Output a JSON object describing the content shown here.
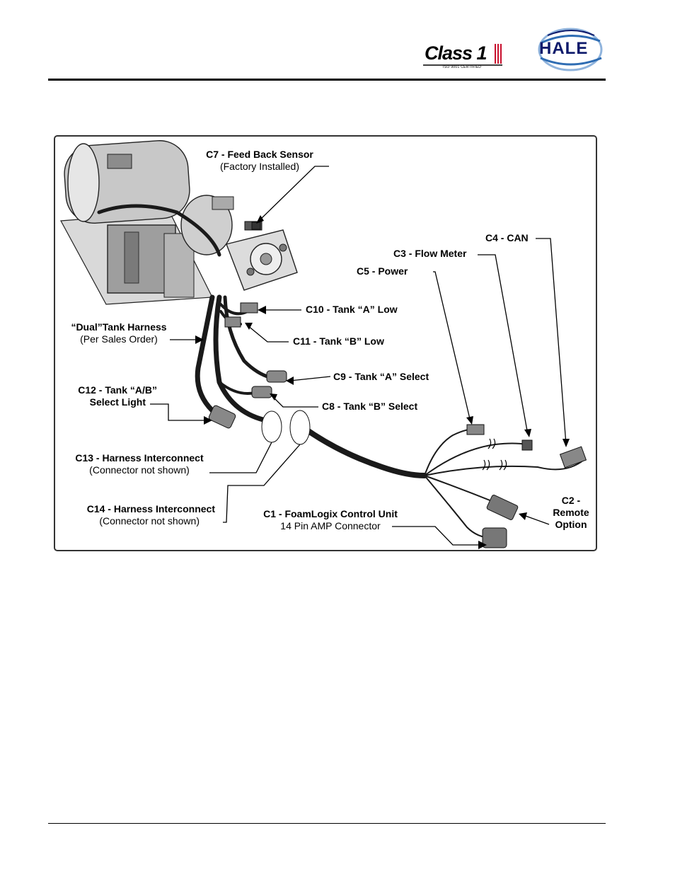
{
  "header": {
    "class1_logo": {
      "text": "Class 1",
      "iso": "ISO 9001 CERTIFIED"
    },
    "hale_logo": {
      "text": "HALE"
    }
  },
  "diagram": {
    "labels": {
      "c7": {
        "title": "C7 - Feed Back Sensor",
        "sub": "(Factory Installed)"
      },
      "c4": {
        "title": "C4 - CAN"
      },
      "c3": {
        "title": "C3 - Flow Meter"
      },
      "c5": {
        "title": "C5 - Power"
      },
      "c10": {
        "title": "C10 - Tank “A” Low"
      },
      "dual": {
        "title": "“Dual”Tank Harness",
        "sub": "(Per Sales Order)"
      },
      "c11": {
        "title": "C11 - Tank “B” Low"
      },
      "c9": {
        "title": "C9 - Tank “A” Select"
      },
      "c12": {
        "title": "C12 - Tank “A/B”",
        "line2": "Select Light"
      },
      "c8": {
        "title": "C8 - Tank “B” Select"
      },
      "c13": {
        "title": "C13 - Harness Interconnect",
        "sub": "(Connector not shown)"
      },
      "c2": {
        "line1": "C2 -",
        "line2": "Remote",
        "line3": "Option"
      },
      "c14": {
        "title": "C14 - Harness Interconnect",
        "sub": "(Connector not shown)"
      },
      "c1": {
        "title": "C1 - FoamLogix Control Unit",
        "sub": "14 Pin AMP Connector"
      }
    }
  },
  "colors": {
    "ink": "#000000",
    "harness": "#1a1a1a",
    "machine": "#bfbfbf",
    "hale_blue": "#0d1a6b",
    "class1_red": "#c8102e"
  }
}
